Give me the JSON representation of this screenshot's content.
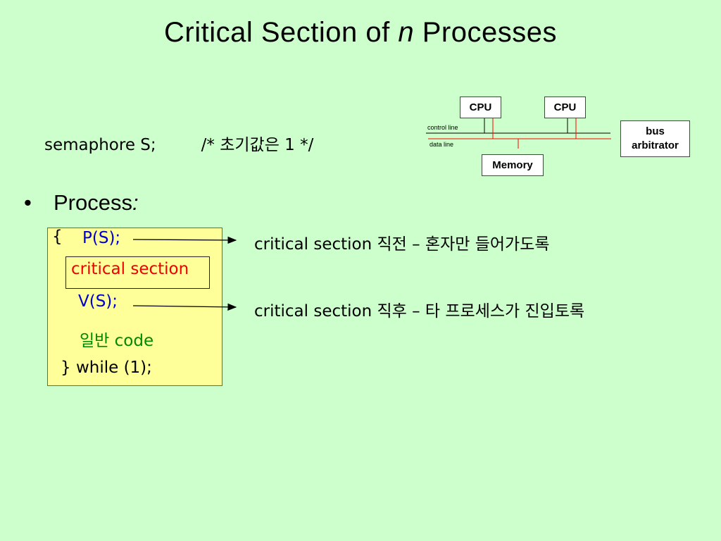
{
  "slide": {
    "title_main": "Critical Section of ",
    "title_italic": "n",
    "title_end": " Processes",
    "semaphore_decl": "semaphore S;",
    "semaphore_comment": "/* 초기값은 1 */",
    "bullet_symbol": "•",
    "bullet_text": "Process",
    "bullet_colon": ":"
  },
  "code": {
    "brace_open": "{",
    "p_op": "P(S);",
    "critical_section": "critical section",
    "v_op": "V(S);",
    "general_code": "일반 code",
    "while_line": "} while (1);"
  },
  "notes": {
    "enter": "critical section 직전 – 혼자만 들어가도록",
    "exit": "critical section 직후 – 타 프로세스가 진입토록"
  },
  "diagram": {
    "cpu1": "CPU",
    "cpu2": "CPU",
    "memory": "Memory",
    "bus_arbitrator_line1": "bus",
    "bus_arbitrator_line2": "arbitrator",
    "control_line": "control line",
    "data_line": "data line",
    "colors": {
      "control_line": "#000000",
      "data_line": "#ff0000"
    }
  },
  "colors": {
    "background": "#ccffcc",
    "code_box": "#ffff99",
    "operation": "#0000cc",
    "critical": "#ee0000",
    "general": "#008800"
  }
}
